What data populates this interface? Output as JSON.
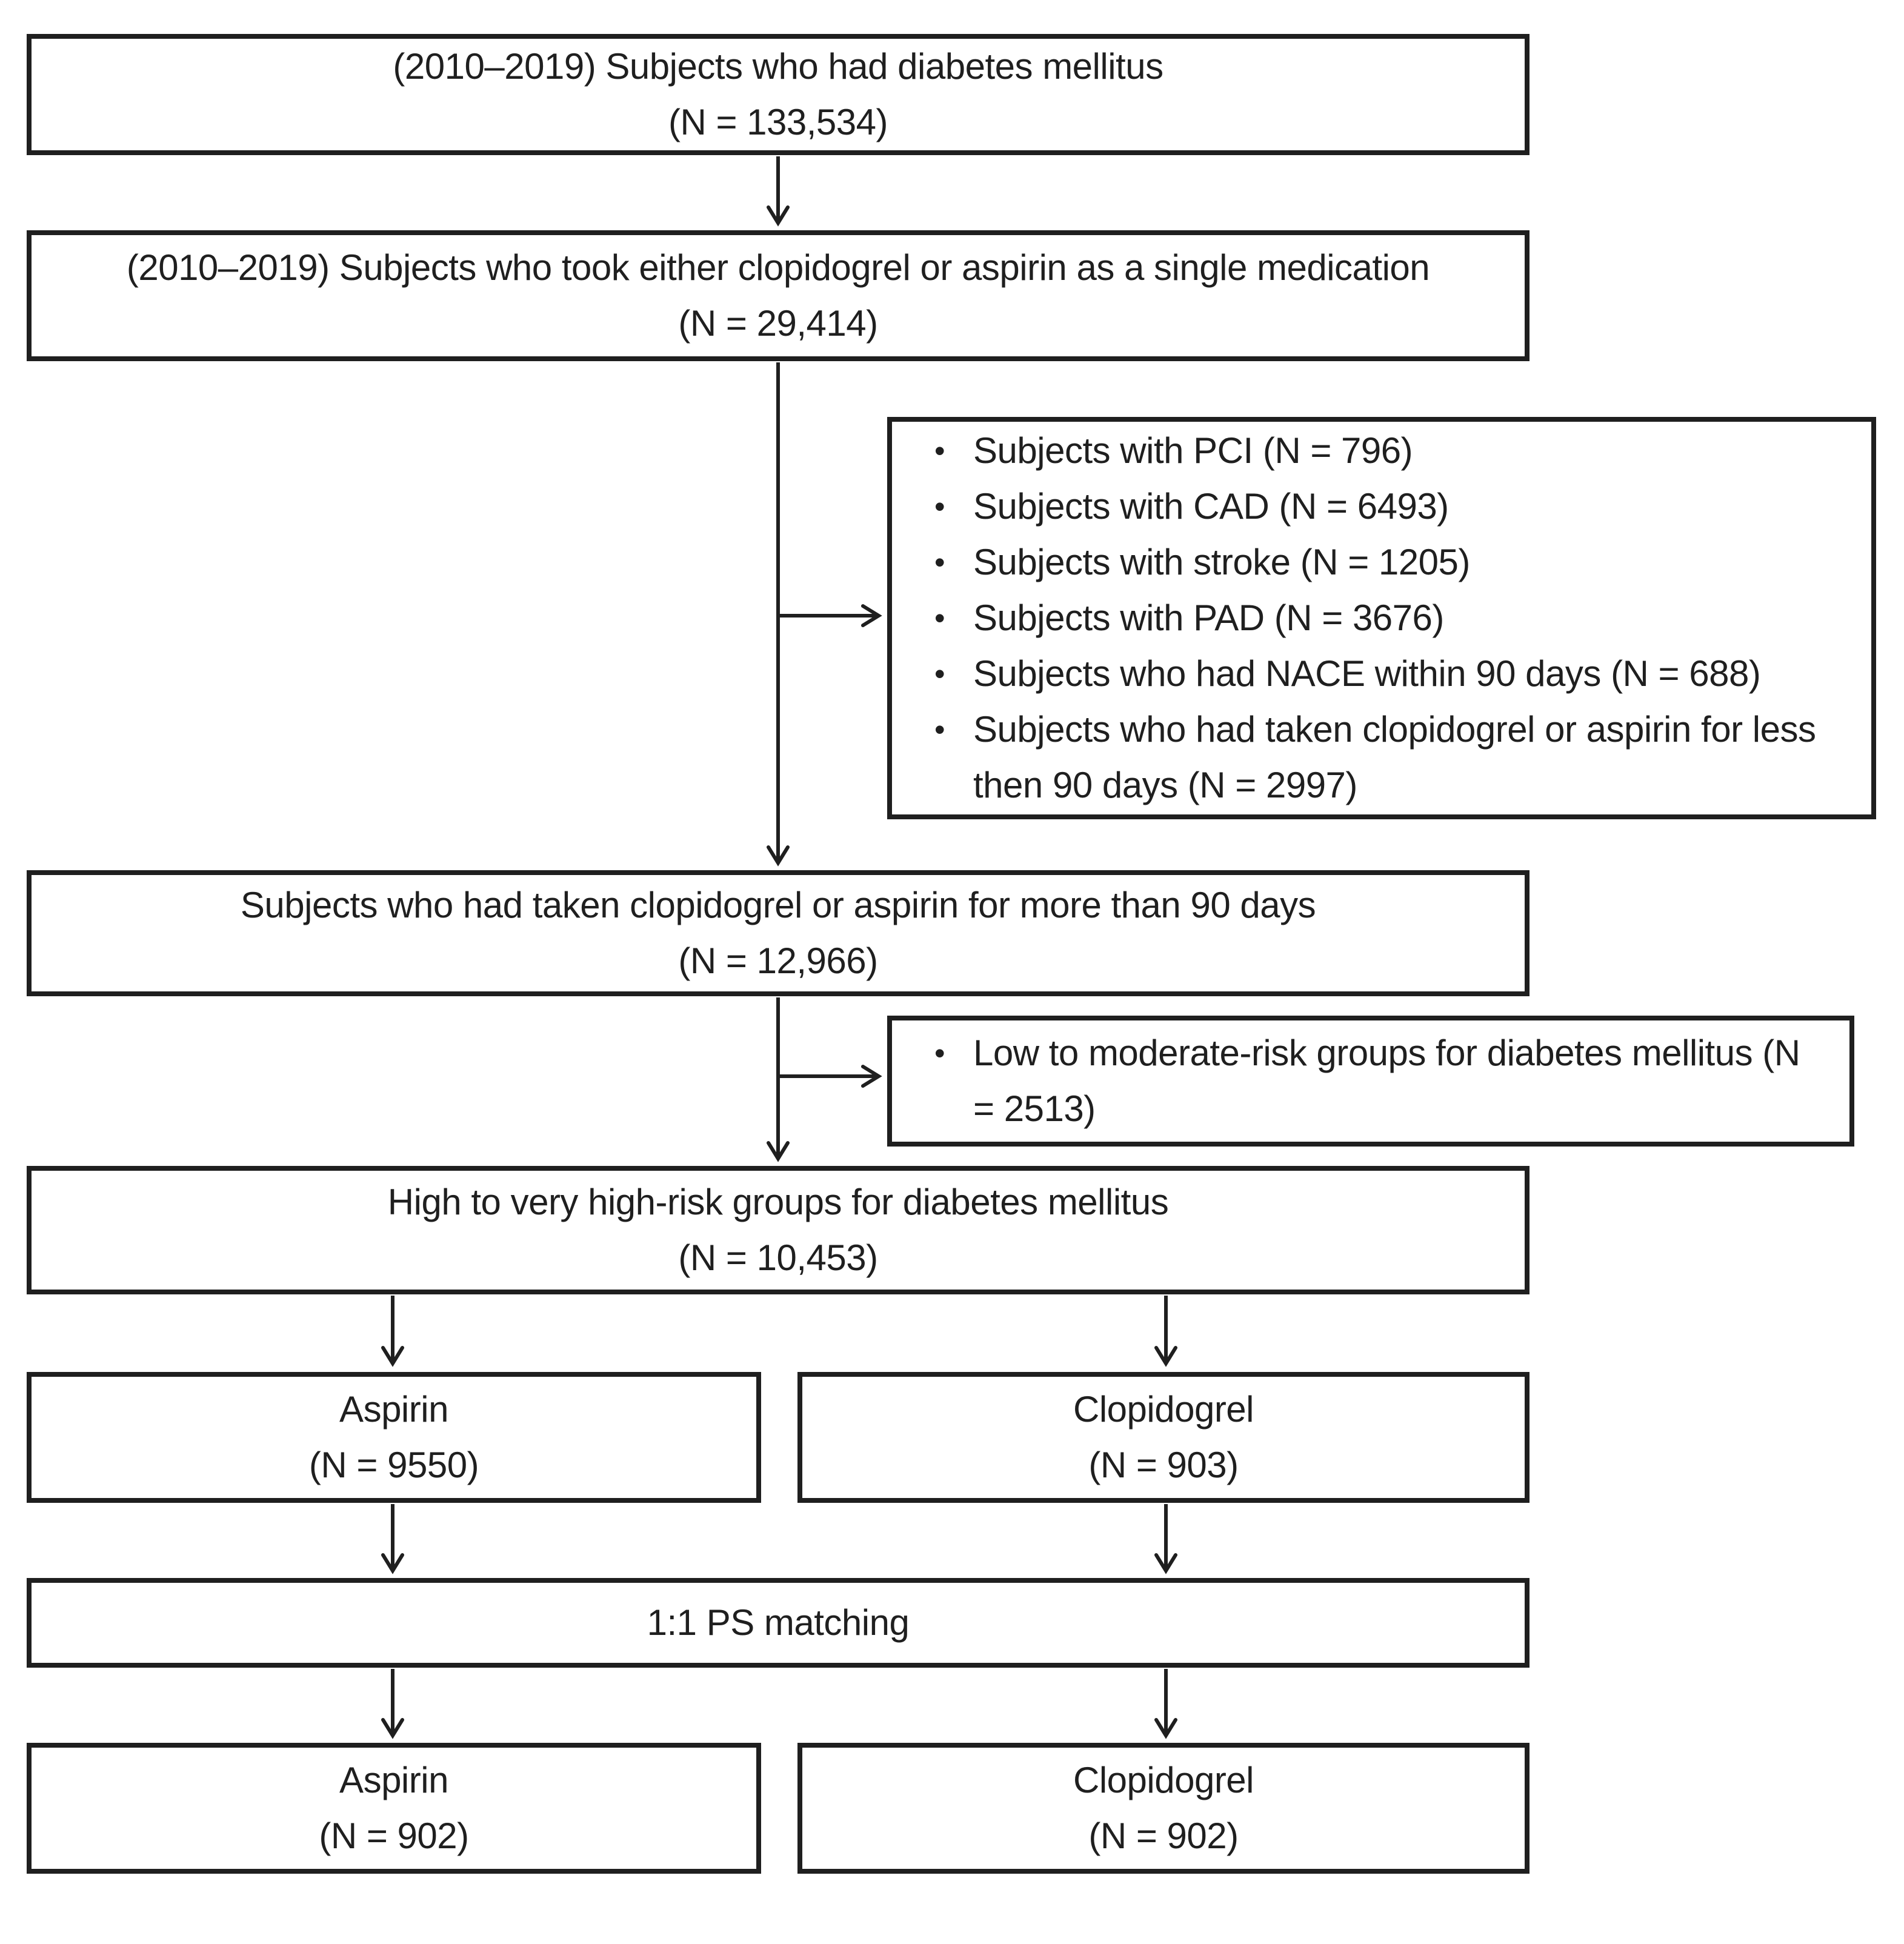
{
  "flowchart": {
    "ink_color": "#1f1f1f",
    "background_color": "#ffffff",
    "nodes": {
      "population": {
        "line1": "(2010–2019) Subjects who had diabetes mellitus",
        "line2": "(N = 133,534)"
      },
      "single_medication": {
        "line1": "(2010–2019) Subjects who took either clopidogrel or aspirin as a single medication",
        "line2": "(N = 29,414)"
      },
      "exclusions_1": {
        "items": [
          "Subjects with PCI (N = 796)",
          "Subjects with CAD (N = 6493)",
          "Subjects with stroke (N = 1205)",
          "Subjects with PAD (N = 3676)",
          "Subjects who had NACE within 90 days (N = 688)",
          "Subjects who had taken clopidogrel or aspirin for less then 90 days (N = 2997)"
        ]
      },
      "over_90_days": {
        "line1": "Subjects who had taken clopidogrel or aspirin for more than 90 days",
        "line2": "(N = 12,966)"
      },
      "exclusions_2": {
        "items": [
          "Low to moderate-risk groups for diabetes mellitus (N = 2513)"
        ]
      },
      "high_risk": {
        "line1": "High to very high-risk groups for diabetes mellitus",
        "line2": "(N = 10,453)"
      },
      "aspirin_pre_match": {
        "line1": "Aspirin",
        "line2": "(N = 9550)"
      },
      "clopidogrel_pre_match": {
        "line1": "Clopidogrel",
        "line2": "(N = 903)"
      },
      "ps_matching": {
        "line1": "1:1 PS matching"
      },
      "aspirin_post_match": {
        "line1": "Aspirin",
        "line2": "(N = 902)"
      },
      "clopidogrel_post_match": {
        "line1": "Clopidogrel",
        "line2": "(N = 902)"
      }
    }
  }
}
